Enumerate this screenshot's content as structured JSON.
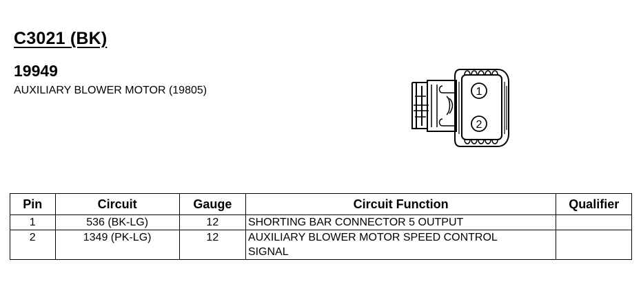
{
  "header": {
    "connector_id": "C3021 (BK)",
    "part_number": "19949",
    "component": "AUXILIARY BLOWER MOTOR (19805)"
  },
  "diagram": {
    "pin_labels": [
      "1",
      "2"
    ]
  },
  "table": {
    "columns": [
      "Pin",
      "Circuit",
      "Gauge",
      "Circuit Function",
      "Qualifier"
    ],
    "rows": [
      {
        "pin": "1",
        "circuit": "536 (BK-LG)",
        "gauge": "12",
        "function_lines": [
          "SHORTING BAR CONNECTOR 5 OUTPUT"
        ],
        "qualifier": ""
      },
      {
        "pin": "2",
        "circuit": "1349 (PK-LG)",
        "gauge": "12",
        "function_lines": [
          "AUXILIARY BLOWER MOTOR SPEED CONTROL",
          "SIGNAL"
        ],
        "qualifier": ""
      }
    ]
  }
}
